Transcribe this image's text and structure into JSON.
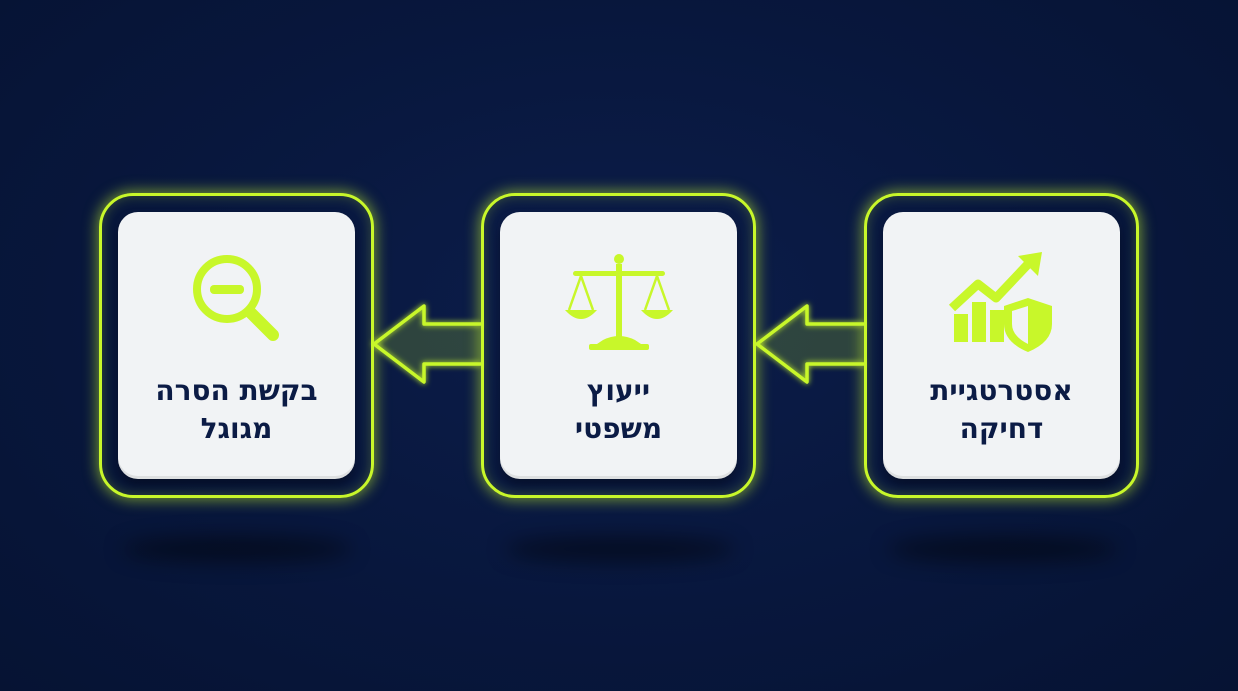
{
  "steps": [
    {
      "icon": "growth-shield-icon",
      "line1": "אסטרטגיית",
      "line2": "דחיקה"
    },
    {
      "icon": "scales-of-justice-icon",
      "line1": "ייעוץ",
      "line2": "משפטי"
    },
    {
      "icon": "magnifier-minus-icon",
      "line1": "בקשת הסרה",
      "line2": "מגוגל"
    }
  ],
  "colors": {
    "background": "#08173d",
    "accent": "#c8f72a",
    "card": "#f1f3f5",
    "text": "#0b1b45"
  }
}
